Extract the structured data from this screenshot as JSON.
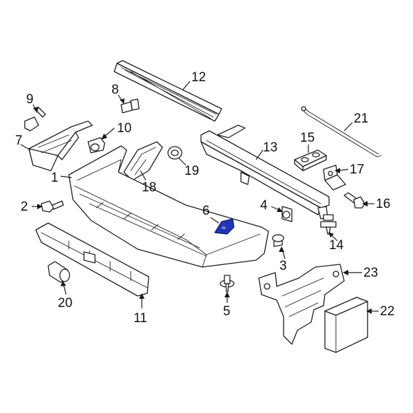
{
  "highlight_color": "#2236b8",
  "highlighted_part": "6",
  "callouts": [
    {
      "id": "c1",
      "label": "1"
    },
    {
      "id": "c2",
      "label": "2"
    },
    {
      "id": "c3",
      "label": "3"
    },
    {
      "id": "c4",
      "label": "4"
    },
    {
      "id": "c5",
      "label": "5"
    },
    {
      "id": "c6",
      "label": "6"
    },
    {
      "id": "c7",
      "label": "7"
    },
    {
      "id": "c8",
      "label": "8"
    },
    {
      "id": "c9",
      "label": "9"
    },
    {
      "id": "c10",
      "label": "10"
    },
    {
      "id": "c11",
      "label": "11"
    },
    {
      "id": "c12",
      "label": "12"
    },
    {
      "id": "c13",
      "label": "13"
    },
    {
      "id": "c14",
      "label": "14"
    },
    {
      "id": "c15",
      "label": "15"
    },
    {
      "id": "c16",
      "label": "16"
    },
    {
      "id": "c17",
      "label": "17"
    },
    {
      "id": "c18",
      "label": "18"
    },
    {
      "id": "c19",
      "label": "19"
    },
    {
      "id": "c20",
      "label": "20"
    },
    {
      "id": "c21",
      "label": "21"
    },
    {
      "id": "c22",
      "label": "22"
    },
    {
      "id": "c23",
      "label": "23"
    }
  ]
}
